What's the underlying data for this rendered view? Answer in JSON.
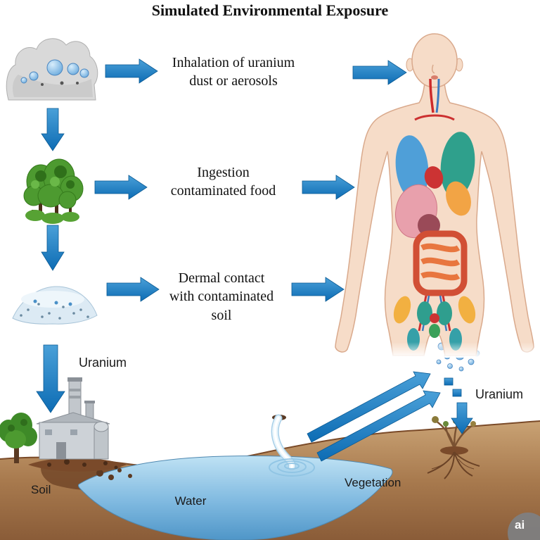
{
  "title": "Simulated Environmental Exposure",
  "pathways": [
    {
      "icon": "uranium-dust-cloud",
      "label": "Inhalation of uranium\ndust or aerosols"
    },
    {
      "icon": "trees-contaminated-food",
      "label": "Ingestion\ncontaminated food"
    },
    {
      "icon": "contaminated-soil-mound",
      "label": "Dermal contact\nwith contaminated\nsoil"
    }
  ],
  "labels": {
    "uranium_source": "Uranium",
    "uranium_deposition": "Uranium",
    "soil": "Soil",
    "water": "Water",
    "vegetation": "Vegetation"
  },
  "watermark": "ai",
  "colors": {
    "arrow_blue": "#1478be",
    "soil_brown": "#a87a4e",
    "water_blue": "#7fc0e8",
    "tree_green": "#4d9a30",
    "skin": "#f6dcc8",
    "dust_gray": "#d9d9d9"
  }
}
